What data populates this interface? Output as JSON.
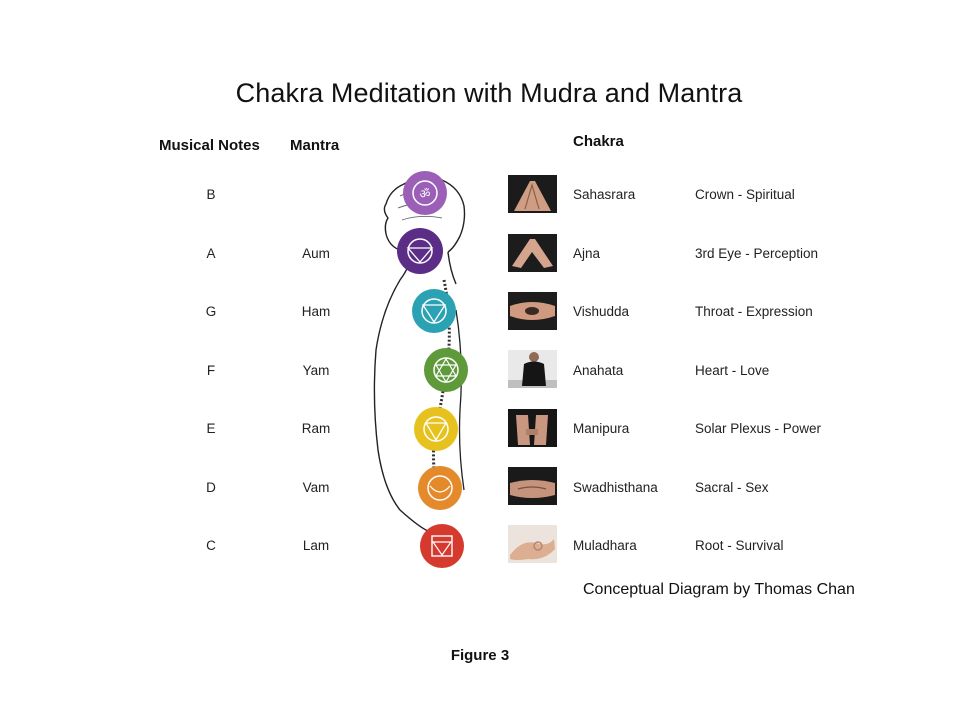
{
  "title": "Chakra Meditation with Mudra and Mantra",
  "headers": {
    "notes": "Musical Notes",
    "mantra": "Mantra",
    "chakra": "Chakra"
  },
  "rows": [
    {
      "note": "B",
      "mantra": "",
      "chakra": "Sahasrara",
      "meaning": "Crown - Spiritual",
      "color": "#9b5fb8"
    },
    {
      "note": "A",
      "mantra": "Aum",
      "chakra": "Ajna",
      "meaning": "3rd Eye - Perception",
      "color": "#5b2d86"
    },
    {
      "note": "G",
      "mantra": "Ham",
      "chakra": "Vishudda",
      "meaning": "Throat - Expression",
      "color": "#2aa2b3"
    },
    {
      "note": "F",
      "mantra": "Yam",
      "chakra": "Anahata",
      "meaning": "Heart - Love",
      "color": "#5e9a3a"
    },
    {
      "note": "E",
      "mantra": "Ram",
      "chakra": "Manipura",
      "meaning": "Solar Plexus - Power",
      "color": "#e7c21e"
    },
    {
      "note": "D",
      "mantra": "Vam",
      "chakra": "Swadhisthana",
      "meaning": "Sacral - Sex",
      "color": "#e58a2b"
    },
    {
      "note": "C",
      "mantra": "Lam",
      "chakra": "Muladhara",
      "meaning": "Root - Survival",
      "color": "#d63a2f"
    }
  ],
  "caption": "Conceptual Diagram by Thomas Chan",
  "figure_label": "Figure 3"
}
